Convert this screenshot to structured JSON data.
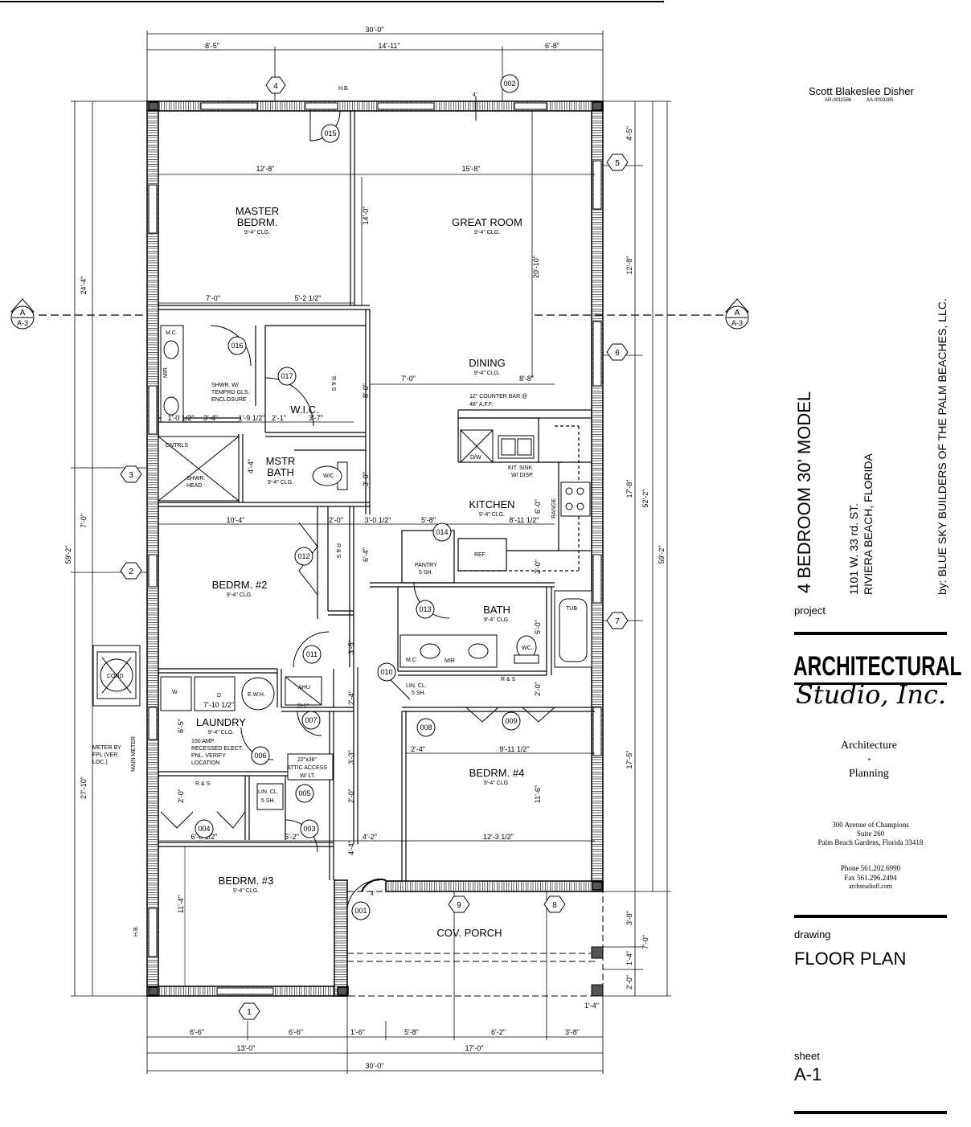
{
  "architect": {
    "name": "Scott Blakeslee Disher",
    "license1": "AR-0011586",
    "license2": "AA-0003285"
  },
  "project": {
    "title": "4 BEDROOM 30' MODEL",
    "address1": "1101 W. 33 rd. ST.",
    "address2": "RIVIERA BEACH, FLORIDA",
    "label": "project",
    "builder": "by: BLUE SKY BUILDERS OF THE PALM BEACHES, LLC."
  },
  "firm": {
    "name1": "ARCHITECTURAL",
    "name2": "Studio, Inc.",
    "service1": "Architecture",
    "service2": "Planning",
    "bullet": "▪",
    "addr1": "300 Avenue of Champions",
    "addr2": "Suite 260",
    "addr3": "Palm Beach Gardens, Florida 33418",
    "phone": "Phone 561.202.6990",
    "fax": "Fax 561.296.2494",
    "web": "archstudiofl.com"
  },
  "drawing": {
    "label": "drawing",
    "name": "FLOOR PLAN"
  },
  "sheet": {
    "label": "sheet",
    "number": "A-1"
  },
  "section_markers": {
    "letter": "A",
    "sheet": "A-3"
  },
  "rooms": {
    "master": {
      "name1": "MASTER",
      "name2": "BEDRM.",
      "clg": "9'-4\" CLG."
    },
    "great": {
      "name": "GREAT ROOM",
      "clg": "9'-4\" CLG."
    },
    "dining": {
      "name": "DINING",
      "clg": "9'-4\" CLG."
    },
    "kitchen": {
      "name": "KITCHEN",
      "clg": "9'-4\" CLG."
    },
    "wic": {
      "name": "W.I.C."
    },
    "mbath": {
      "name1": "MSTR",
      "name2": "BATH",
      "clg": "9'-4\" CLG."
    },
    "bed2": {
      "name": "BEDRM. #2",
      "clg": "9'-4\" CLG."
    },
    "bath": {
      "name": "BATH",
      "clg": "9'-4\" CLG."
    },
    "laundry": {
      "name": "LAUNDRY",
      "clg": "9'-4\" CLG."
    },
    "bed4": {
      "name": "BEDRM. #4",
      "clg": "9'-4\" CLG."
    },
    "bed3": {
      "name": "BEDRM. #3",
      "clg": "9'-4\" CLG."
    },
    "porch": {
      "name": "COV. PORCH"
    }
  },
  "notes": {
    "counter1": "12\" COUNTER BAR @",
    "counter2": "48\" A.F.F.",
    "sink1": "KIT. SINK",
    "sink2": "W/ DISP.",
    "shower1": "SHWR. W/",
    "shower2": "TEMPRD GLS.",
    "shower3": "ENCLOSURE",
    "ctrls": "CNTRLS",
    "shwr": "SHWR.",
    "head": "HEAD",
    "mc": "M.C.",
    "mir": "MIR.",
    "mir2": "MIR",
    "wc": "W/C",
    "wc2": "WC.",
    "tub": "TUB",
    "range": "RANGE",
    "dw": "D/W",
    "ref": "REF.",
    "pantry1": "PANTRY",
    "pantry2": "5 SH.",
    "rs": "R & S",
    "lin1": "LIN. CL.",
    "lin2": "5 SH.",
    "w": "W",
    "d": "D",
    "ewh": "E.W.H.",
    "ahu": "AHU",
    "elec1": "150 AMP.",
    "elec2": "RECESSED ELECT.",
    "elec3": "PNL. VERIFY",
    "elec4": "LOCATION",
    "attic1": "22\"x36\"",
    "attic2": "ATTIC ACCESS",
    "attic3": "W/ LT.",
    "meter1": "METER BY",
    "meter2": "FPL (VER.",
    "meter3": "LOC.)",
    "mainmeter": "MAIN METER",
    "cond": "COND",
    "hb": "H.B."
  },
  "doors": [
    "015",
    "002",
    "016",
    "017",
    "014",
    "012",
    "013",
    "011",
    "010",
    "008",
    "009",
    "007",
    "006",
    "005",
    "004",
    "003",
    "001"
  ],
  "grid": [
    "1",
    "2",
    "3",
    "4",
    "5",
    "6",
    "7",
    "8",
    "9"
  ],
  "dims": {
    "top_total": "30'-0\"",
    "top1": "8'-5\"",
    "top2": "14'-11\"",
    "top3": "6'-8\"",
    "bot1": "6'-6\"",
    "bot2": "6'-6\"",
    "bot3": "1'-6\"",
    "bot4": "5'-8\"",
    "bot5": "6'-2\"",
    "bot6": "3'-8\"",
    "bot7": "13'-0\"",
    "bot8": "17'-0\"",
    "bot_total": "30'-0\"",
    "left1": "24'-4\"",
    "left2": "7'-0\"",
    "left3": "27'-10\"",
    "left_total": "59'-2\"",
    "right1": "4'-5\"",
    "right2": "12'-8\"",
    "right3": "17'-8\"",
    "right4": "17'-5\"",
    "right5": "3'-8\"",
    "right6": "1'-4\"",
    "right7": "2'-0\"",
    "right8": "7'-0\"",
    "right_mid": "52'-2\"",
    "right_total": "59'-2\"",
    "in_128": "12'-8\"",
    "in_158": "15'-8\"",
    "in_140": "14'-0\"",
    "in_2010": "20'-10\"",
    "in_70a": "7'-0\"",
    "in_5212": "5'-2 1/2\"",
    "in_80": "8'-0\"",
    "in_70b": "7'-0\"",
    "in_88": "8'-8\"",
    "in_1012": "1'-0 1/2\"",
    "in_34": "3'-4\"",
    "in_1912": "1'-9 1/2\"",
    "in_21": "2'-1\"",
    "in_37": "3'-7\"",
    "in_44": "4'-4\"",
    "in_30": "3'-0\"",
    "in_104": "10'-4\"",
    "in_20": "2'-0\"",
    "in_3012": "3'-0 1/2\"",
    "in_58": "5'-8\"",
    "in_81112": "8'-11 1/2\"",
    "in_60": "6'-0\"",
    "in_64": "6'-4\"",
    "in_20b": "2'-0\"",
    "in_50": "5'-0\"",
    "in_35": "3'-5\"",
    "in_24": "2'-4\"",
    "in_20c": "2'-0\"",
    "in_71012": "7'-10 1/2\"",
    "in_65": "6'-5\"",
    "in_33": "3'-3\"",
    "in_24b": "2'-4\"",
    "in_91112": "9'-11 1/2\"",
    "in_116": "11'-6\"",
    "in_20d": "2'-0\"",
    "in_20e": "2'-0\"",
    "in_6012": "6'-0 1/2\"",
    "in_52": "5'-2\"",
    "in_44b": "4'-4\"",
    "in_42": "4'-2\"",
    "in_12312": "12'-3 1/2\"",
    "in_114": "11'-4\"",
    "in_4": "4'",
    "in_4b": "4'",
    "in_51": "5'-1\""
  }
}
